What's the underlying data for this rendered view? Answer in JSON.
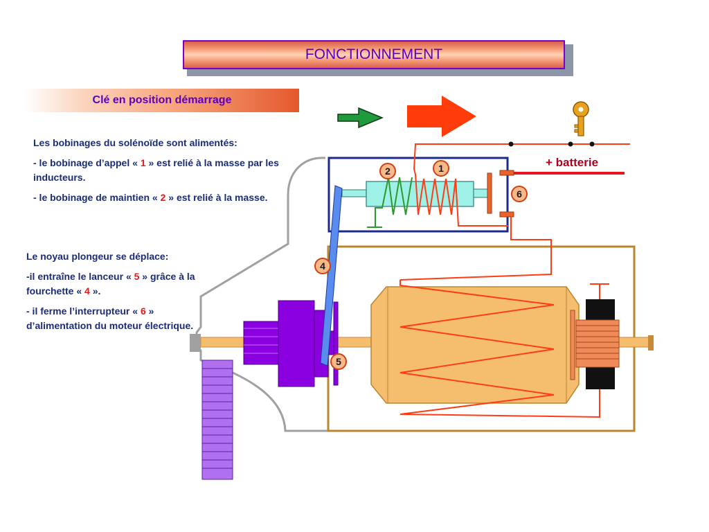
{
  "title": "FONCTIONNEMENT",
  "subtitle": "Clé en position démarrage",
  "block1": {
    "heading": "Les bobinages du solénoïde sont alimentés:",
    "item1_pre": "-  le bobinage d’appel « ",
    "item1_num": "1",
    "item1_post": " » est relié à la masse par les inducteurs.",
    "item2_pre": "-  le bobinage de maintien « ",
    "item2_num": "2",
    "item2_post": " » est relié à la masse."
  },
  "block2": {
    "heading": "Le noyau plongeur se déplace:",
    "item1_pre": "-il entraîne le lanceur « ",
    "item1_num": "5",
    "item1_mid": " » grâce à la fourchette « ",
    "item1_num2": "4",
    "item1_post": " ».",
    "item2_pre": "-  il ferme l’interrupteur « ",
    "item2_num": "6",
    "item2_post": " » d’alimentation du moteur électrique."
  },
  "diagram": {
    "battery_label": "+ batterie",
    "badges": [
      "1",
      "2",
      "4",
      "5",
      "6"
    ],
    "colors": {
      "wire": "#ff3c14",
      "solenoid": "#9ff0e6",
      "motor": "#f5be6e",
      "pinion": "#8a00e0",
      "fork": "#5a8cf0",
      "frame": "#b8862c",
      "solenoid_frame": "#1a2b8c"
    }
  }
}
